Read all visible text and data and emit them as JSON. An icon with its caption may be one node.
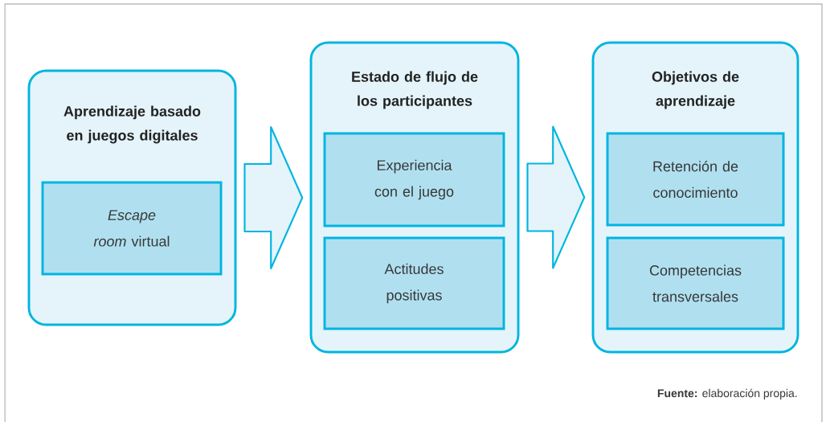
{
  "diagram": {
    "caption": "**Fuente:** elaboración propia.",
    "nodes": [
      {
        "text": [
          "Aprendizaje basado en juegos digitales"
        ]
      },
      {
        "text": [
          "*Escape room* virtual"
        ],
        "in": 0
      },
      {
        "text": [
          "Estado de flujo de los participantes"
        ]
      },
      {
        "text": [
          "Experiencia con el juego"
        ],
        "in": 2
      },
      {
        "text": [
          "Actitudes positivas"
        ],
        "in": 2
      },
      {
        "text": [
          "Objetivos de aprendizaje"
        ]
      },
      {
        "text": [
          "Retención de conocimiento"
        ],
        "in": 5
      },
      {
        "text": [
          "Competencias transversales"
        ],
        "in": 5
      }
    ],
    "edges": [
      {
        "from": 0,
        "to": 2,
        "arrow": "to"
      },
      {
        "from": 2,
        "to": 5,
        "arrow": "to"
      }
    ]
  }
}
